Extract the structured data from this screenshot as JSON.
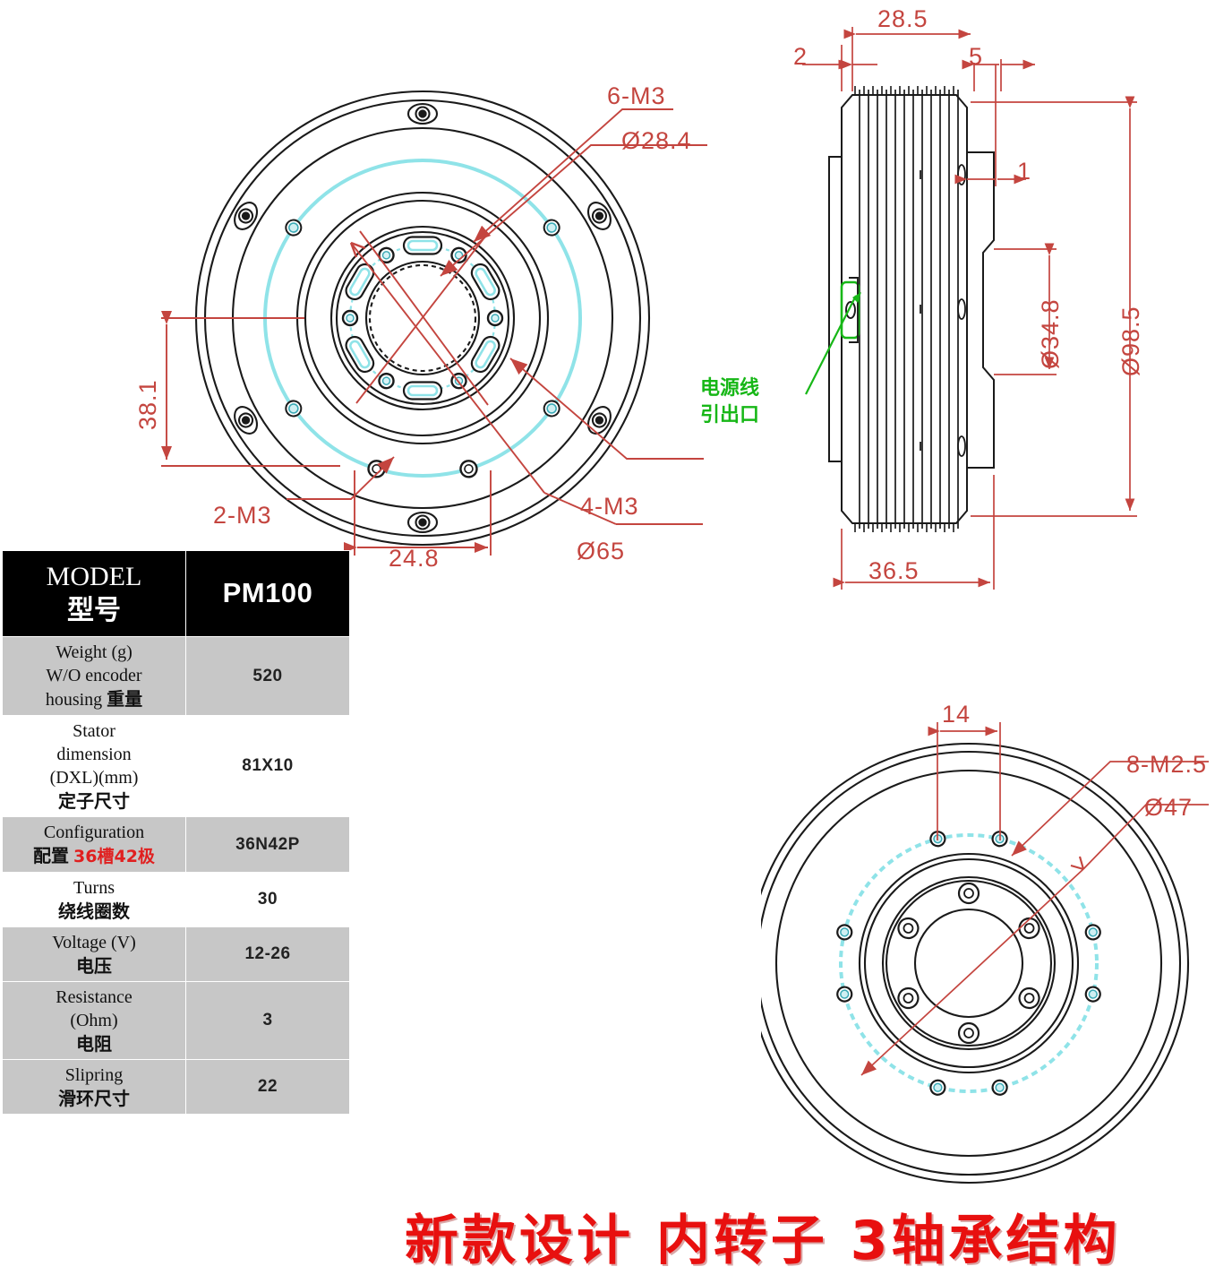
{
  "document": {
    "title": "PM100 Brushless Gimbal Motor Technical Drawing",
    "caption": "新款设计  内转子  3轴承结构"
  },
  "colors": {
    "dimension_red": "#c4453f",
    "annotation_green": "#17b717",
    "caption_red": "#e8100f",
    "construction_cyan": "#8fe3e8",
    "table_header_bg": "#000000",
    "table_shade_bg": "#c7c7c7",
    "outline_black": "#1a1a1a"
  },
  "front_view": {
    "name": "front-face-view",
    "labels": [
      {
        "id": "six-m3",
        "text": "6-M3"
      },
      {
        "id": "dia-284",
        "text": "Ø28.4"
      },
      {
        "id": "dim-381",
        "text": "38.1"
      },
      {
        "id": "two-m3",
        "text": "2-M3"
      },
      {
        "id": "dim-248",
        "text": "24.8"
      },
      {
        "id": "four-m3",
        "text": "4-M3"
      },
      {
        "id": "dia-65",
        "text": "Ø65"
      }
    ]
  },
  "side_view": {
    "name": "side-profile-view",
    "labels": [
      {
        "id": "dim-285",
        "text": "28.5"
      },
      {
        "id": "dim-2",
        "text": "2"
      },
      {
        "id": "dim-5",
        "text": "5"
      },
      {
        "id": "dim-1",
        "text": "1"
      },
      {
        "id": "dia-348",
        "text": "Ø34.8"
      },
      {
        "id": "dia-985",
        "text": "Ø98.5"
      },
      {
        "id": "dim-365",
        "text": "36.5"
      }
    ],
    "annotation": {
      "id": "power-wire-outlet",
      "line1": "电源线",
      "line2": "引出口"
    }
  },
  "rear_view": {
    "name": "rear-face-view",
    "labels": [
      {
        "id": "dim-14",
        "text": "14"
      },
      {
        "id": "eight-m25",
        "text": "8-M2.5"
      },
      {
        "id": "dia-47",
        "text": "Ø47"
      }
    ]
  },
  "spec_table": {
    "header": {
      "label_en": "MODEL",
      "label_cn": "型号",
      "value": "PM100"
    },
    "rows": [
      {
        "label_lines": [
          "Weight (g)",
          "W/O encoder",
          "housing"
        ],
        "label_cn": "重量",
        "label_cn_inline": true,
        "value": "520",
        "shaded": true
      },
      {
        "label_lines": [
          "Stator",
          "dimension",
          "(DXL)(mm)"
        ],
        "label_cn": "定子尺寸",
        "label_cn_inline": false,
        "value": "81X10",
        "shaded": false
      },
      {
        "label_lines": [
          "Configuration"
        ],
        "label_cn": "配置",
        "label_cn_extra": "36槽42极",
        "label_cn_inline": false,
        "value": "36N42P",
        "shaded": true
      },
      {
        "label_lines": [
          "Turns"
        ],
        "label_cn": "绕线圈数",
        "label_cn_inline": false,
        "value": "30",
        "shaded": false
      },
      {
        "label_lines": [
          "Voltage (V)"
        ],
        "label_cn": "电压",
        "label_cn_inline": false,
        "value": "12-26",
        "shaded": true
      },
      {
        "label_lines": [
          "Resistance",
          "(Ohm)"
        ],
        "label_cn": "电阻",
        "label_cn_inline": false,
        "value": "3",
        "shaded": true
      },
      {
        "label_lines": [
          "Slipring"
        ],
        "label_cn": "滑环尺寸",
        "label_cn_inline": false,
        "value": "22",
        "shaded": true
      }
    ]
  }
}
